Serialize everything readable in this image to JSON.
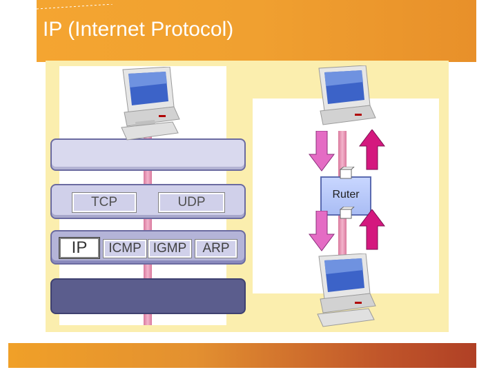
{
  "slide": {
    "title": "IP (Internet Protocol)"
  },
  "stack": {
    "tcp": "TCP",
    "udp": "UDP",
    "ip": "IP",
    "icmp": "ICMP",
    "igmp": "IGMP",
    "arp": "ARP"
  },
  "router": {
    "label": "Ruter"
  },
  "colors": {
    "title_bar": "#f4a531",
    "panel": "#fbeeae",
    "pipe": "#e58bb0",
    "arrow_down": "#e46cc4",
    "arrow_up": "#d4187e",
    "layer_network": "#5b5d8d"
  }
}
